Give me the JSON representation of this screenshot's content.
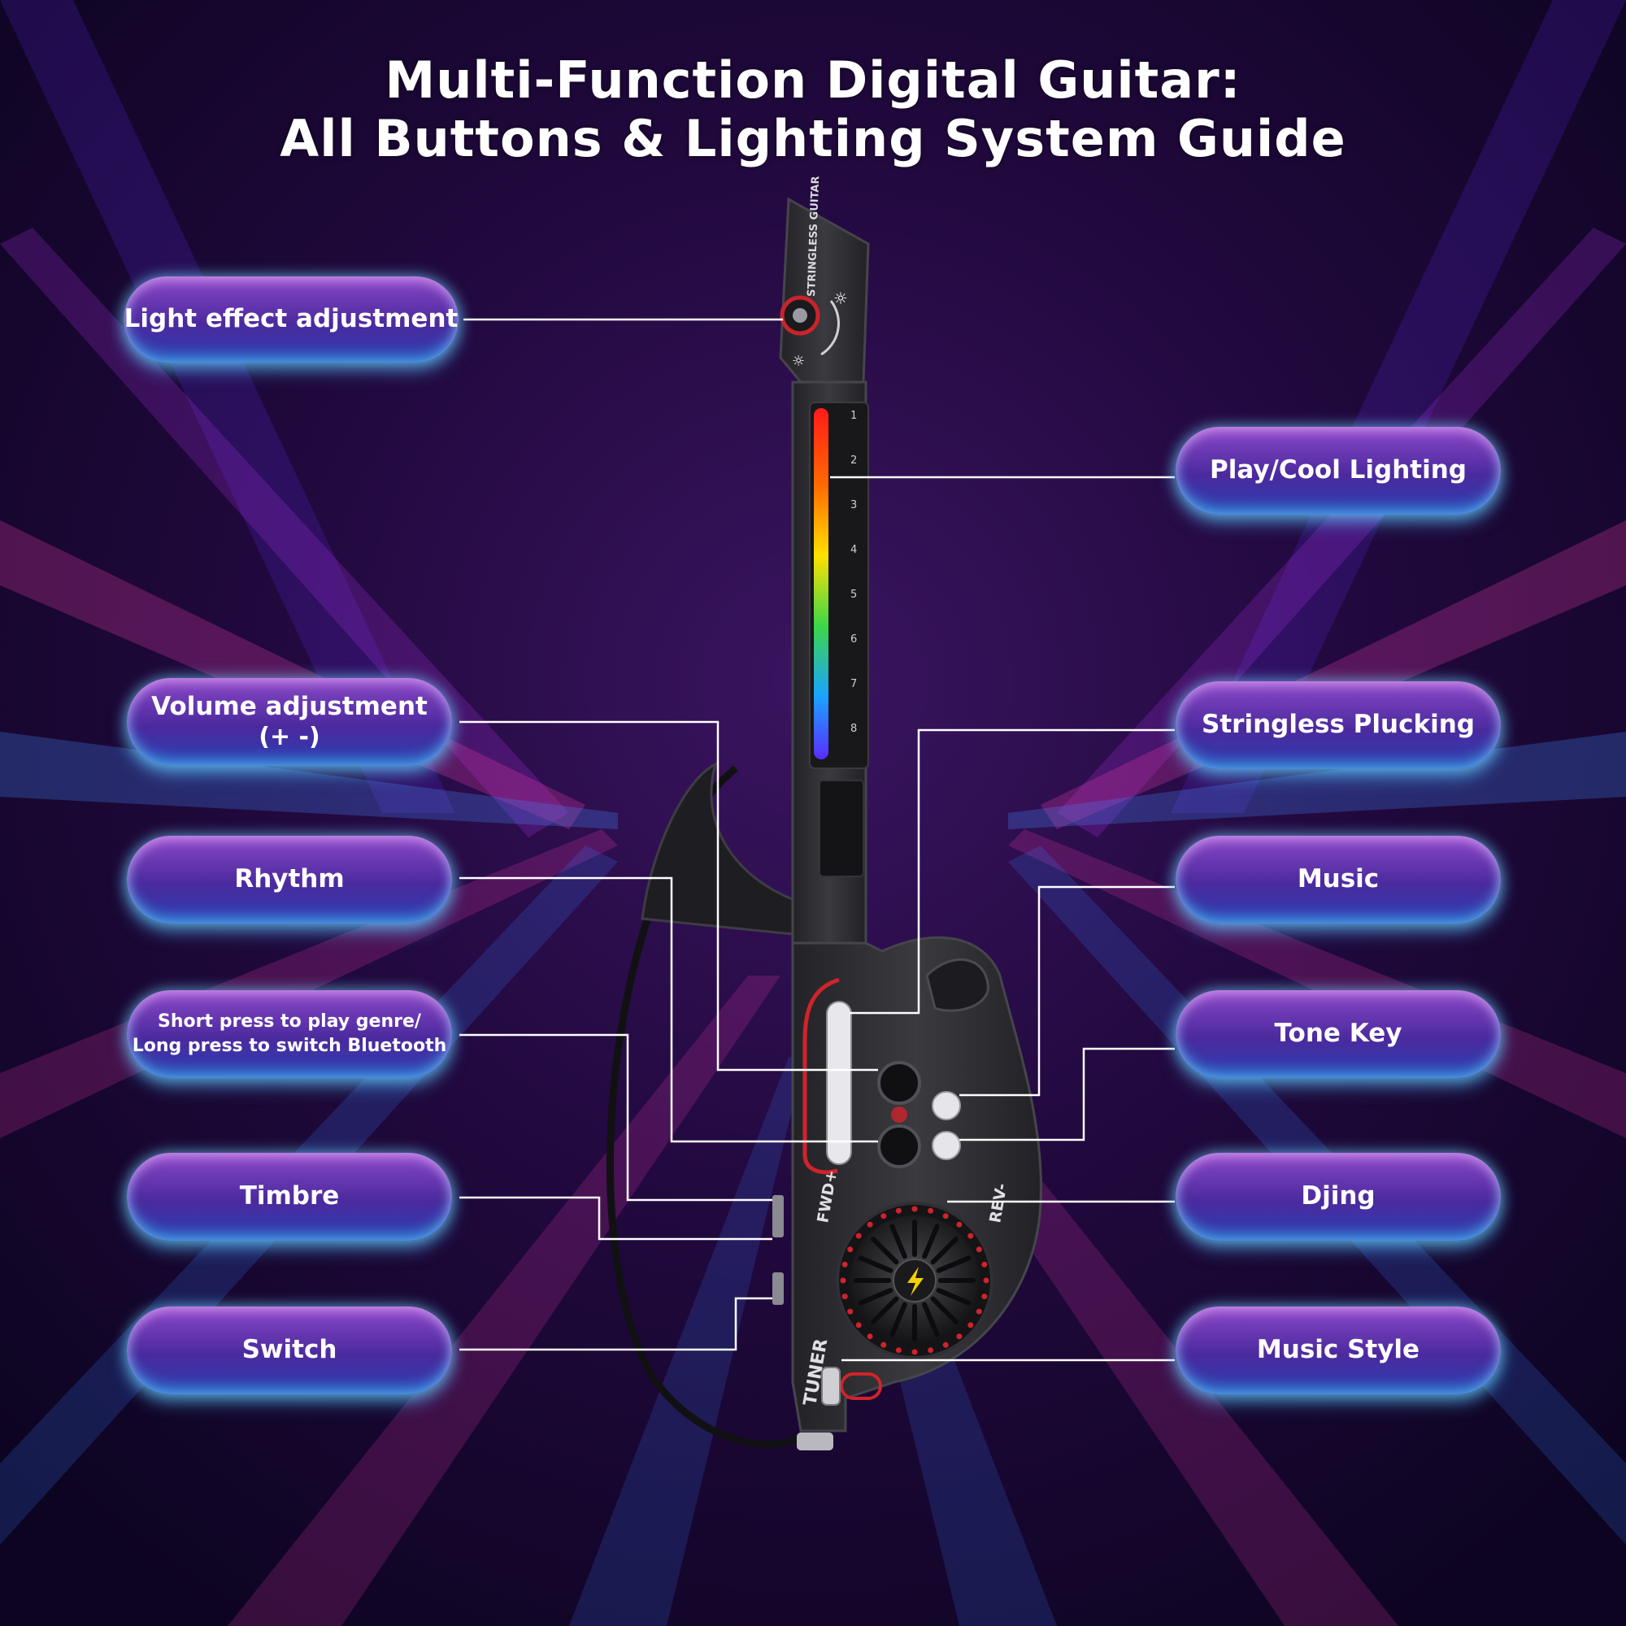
{
  "title": {
    "line1": "Multi-Function Digital Guitar:",
    "line2": "All Buttons & Lighting System Guide"
  },
  "labels": {
    "left": [
      {
        "id": "light",
        "lines": [
          "Light effect adjustment"
        ]
      },
      {
        "id": "volume",
        "lines": [
          "Volume adjustment",
          "(+ -)"
        ]
      },
      {
        "id": "rhythm",
        "lines": [
          "Rhythm"
        ]
      },
      {
        "id": "genre",
        "lines": [
          "Short press to play genre/",
          "Long press to switch Bluetooth"
        ]
      },
      {
        "id": "timbre",
        "lines": [
          "Timbre"
        ]
      },
      {
        "id": "switch",
        "lines": [
          "Switch"
        ]
      }
    ],
    "right": [
      {
        "id": "play",
        "lines": [
          "Play/Cool Lighting"
        ]
      },
      {
        "id": "stringless",
        "lines": [
          "Stringless Plucking"
        ]
      },
      {
        "id": "music",
        "lines": [
          "Music"
        ]
      },
      {
        "id": "tone",
        "lines": [
          "Tone Key"
        ]
      },
      {
        "id": "djing",
        "lines": [
          "Djing"
        ]
      },
      {
        "id": "style",
        "lines": [
          "Music Style"
        ]
      }
    ]
  },
  "guitar": {
    "headstock_text": "STRINGLESS GUITAR",
    "fret_numbers": [
      "1",
      "2",
      "3",
      "4",
      "5",
      "6",
      "7",
      "8"
    ],
    "fwd_label": "FWD+",
    "rev_label": "REV-",
    "tuner_label": "TUNER"
  },
  "colors": {
    "title": "#ffffff",
    "connector": "#ffffff",
    "body": "#2b2b2f",
    "accent_red": "#d0232a"
  }
}
